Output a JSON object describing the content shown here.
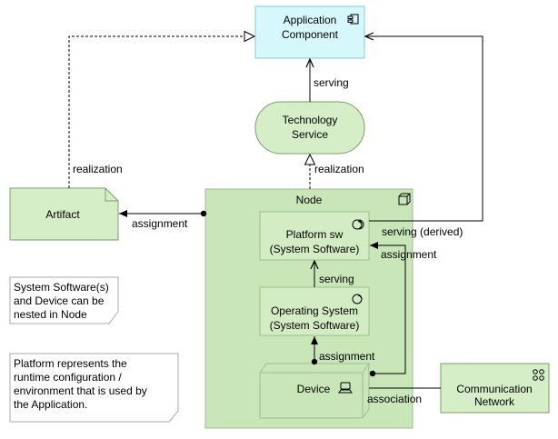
{
  "colors": {
    "app_fill": "#d6f7fb",
    "app_stroke": "#7fcfe0",
    "tech_fill": "#d6eec7",
    "tech_stroke": "#7a9e6a",
    "node_fill": "#c9e6b8",
    "node_stroke": "#9cbf8c",
    "inner_fill": "#d4ecc4",
    "note_fill": "#ffffff",
    "note_stroke": "#aaaaaa"
  },
  "elements": {
    "application_component": {
      "line1": "Application",
      "line2": "Component",
      "icon": "component-icon"
    },
    "technology_service": {
      "line1": "Technology",
      "line2": "Service"
    },
    "node": {
      "label": "Node",
      "icon": "node-icon"
    },
    "artifact": {
      "label": "Artifact"
    },
    "platform_sw": {
      "line1": "Platform sw",
      "line2": "(System Software)",
      "icon": "system-software-icon"
    },
    "operating_system": {
      "line1": "Operating System",
      "line2": "(System Software)",
      "icon": "system-software-icon"
    },
    "device": {
      "label": "Device",
      "icon": "device-icon"
    },
    "communication_network": {
      "line1": "Communication",
      "line2": "Network",
      "icon": "network-icon"
    }
  },
  "relations": {
    "serving_top": "serving",
    "realization_left": "realization",
    "realization_right": "realization",
    "assignment_artifact": "assignment",
    "serving_derived": "serving (derived)",
    "assignment_platform": "assignment",
    "serving_os": "serving",
    "assignment_device": "assignment",
    "association": "association"
  },
  "notes": {
    "nested": {
      "line1": "System Software(s)",
      "line2": "and Device can be",
      "line3": "nested in Node"
    },
    "platform": {
      "line1": "Platform represents the",
      "line2": "runtime configuration /",
      "line3": "environment that is used by",
      "line4": "the Application."
    }
  }
}
